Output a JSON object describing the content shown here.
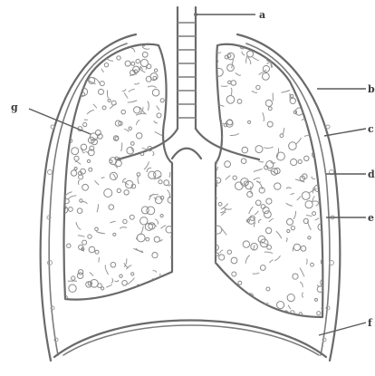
{
  "diagram": {
    "labels": [
      {
        "key": "a",
        "text": "a"
      },
      {
        "key": "b",
        "text": "b"
      },
      {
        "key": "c",
        "text": "c"
      },
      {
        "key": "d",
        "text": "d"
      },
      {
        "key": "e",
        "text": "e"
      },
      {
        "key": "f",
        "text": "f"
      },
      {
        "key": "g",
        "text": "g"
      }
    ]
  }
}
